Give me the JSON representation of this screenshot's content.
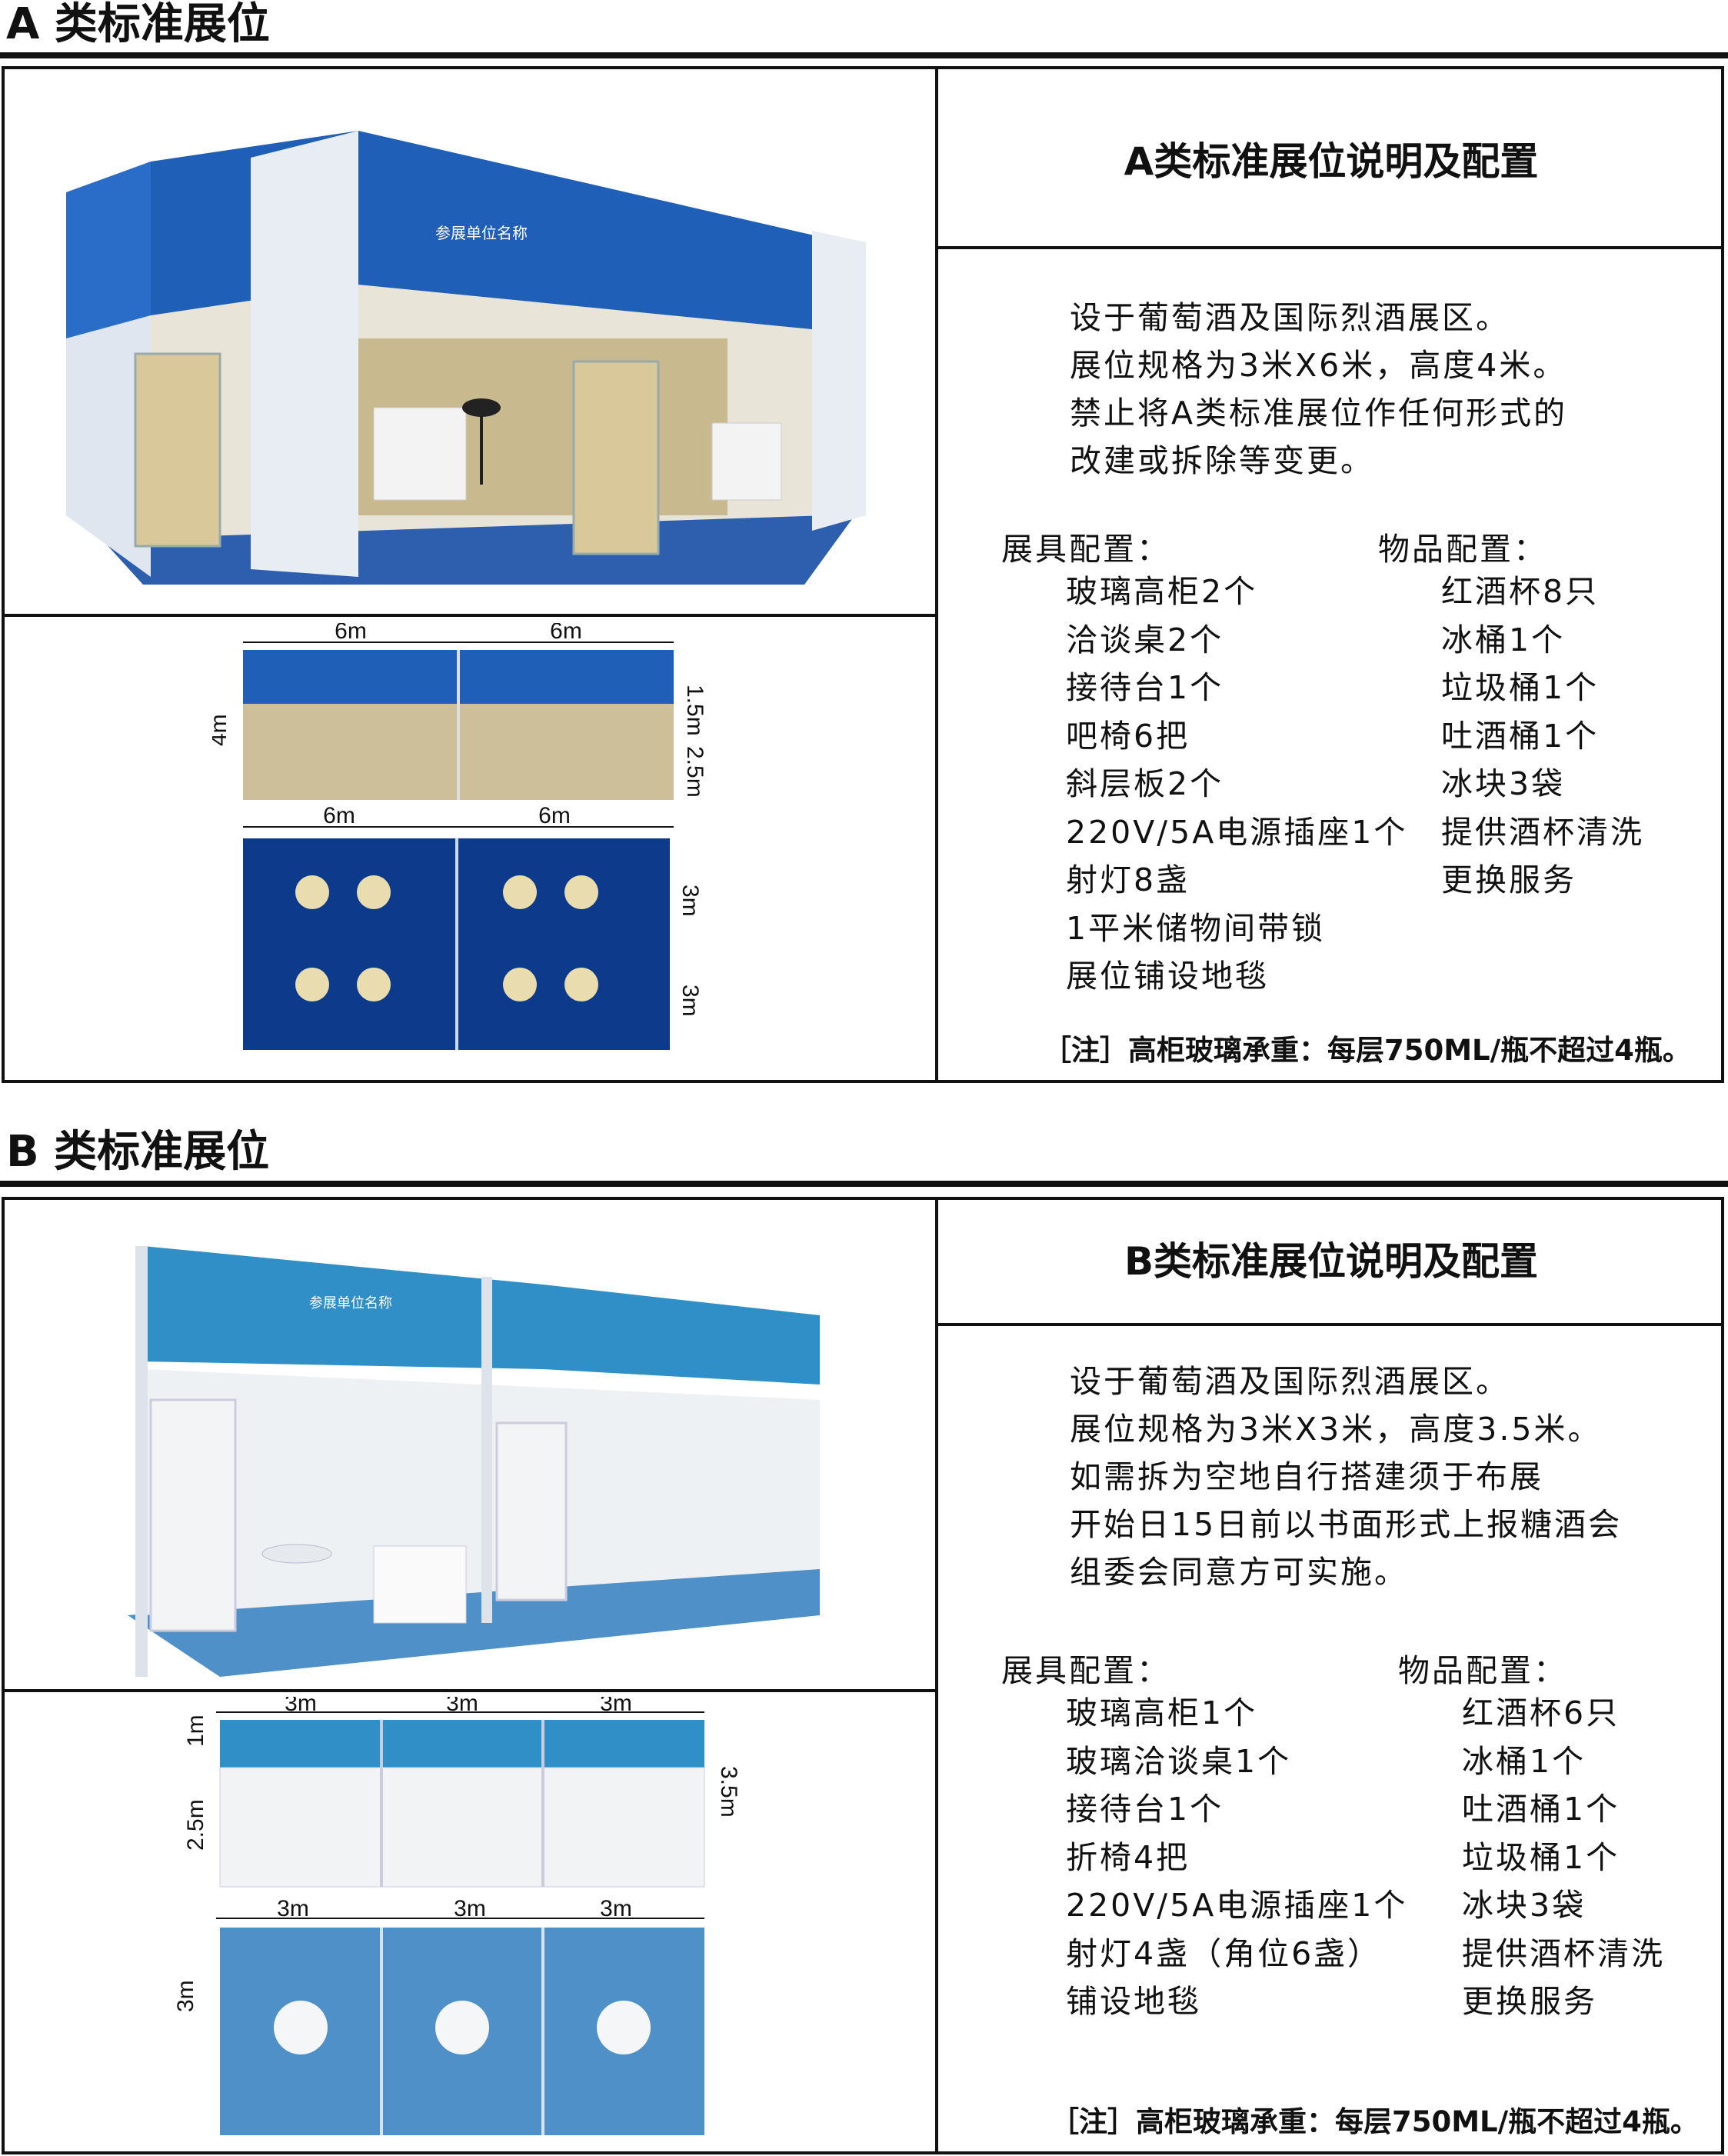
{
  "section_a": {
    "heading": "A 类标准展位",
    "box_title": "A类标准展位说明及配置",
    "description": [
      "设于葡萄酒及国际烈酒展区。",
      "展位规格为3米X6米，高度4米。",
      "禁止将A类标准展位作任何形式的",
      "改建或拆除等变更。"
    ],
    "exhibit_header": "展具配置：",
    "goods_header": "物品配置：",
    "exhibit_items": [
      "玻璃高柜2个",
      "洽谈桌2个",
      "接待台1个",
      "吧椅6把",
      "斜层板2个",
      "220V/5A电源插座1个",
      "射灯8盏",
      "1平米储物间带锁",
      "展位铺设地毯"
    ],
    "goods_items": [
      "红酒杯8只",
      "冰桶1个",
      "垃圾桶1个",
      "吐酒桶1个",
      "冰块3袋",
      "提供酒杯清洗",
      "更换服务"
    ],
    "note": "［注］高柜玻璃承重：每层750ML/瓶不超过4瓶。",
    "render_sign": "参展单位名称",
    "elev_widths": [
      "6m",
      "6m"
    ],
    "elev_heights": [
      "1.5m",
      "2.5m"
    ],
    "elev_total": "4m",
    "plan_widths": [
      "6m",
      "6m"
    ],
    "plan_depths": [
      "3m",
      "3m"
    ]
  },
  "section_b": {
    "heading": "B 类标准展位",
    "box_title": "B类标准展位说明及配置",
    "description": [
      "设于葡萄酒及国际烈酒展区。",
      "展位规格为3米X3米，高度3.5米。",
      "如需拆为空地自行搭建须于布展",
      "开始日15日前以书面形式上报糖酒会",
      "组委会同意方可实施。"
    ],
    "exhibit_header": "展具配置：",
    "goods_header": "物品配置：",
    "exhibit_items": [
      "玻璃高柜1个",
      "玻璃洽谈桌1个",
      "接待台1个",
      "折椅4把",
      "220V/5A电源插座1个",
      "射灯4盏（角位6盏）",
      "铺设地毯"
    ],
    "goods_items": [
      "红酒杯6只",
      "冰桶1个",
      "吐酒桶1个",
      "垃圾桶1个",
      "冰块3袋",
      "提供酒杯清洗",
      "更换服务"
    ],
    "note": "［注］高柜玻璃承重：每层750ML/瓶不超过4瓶。",
    "render_sign": "参展单位名称",
    "elev_widths": [
      "3m",
      "3m",
      "3m"
    ],
    "elev_heights": [
      "1m",
      "2.5m"
    ],
    "elev_total": "3.5m",
    "plan_widths": [
      "3m",
      "3m",
      "3m"
    ],
    "plan_depth": "3m"
  },
  "colors": {
    "a_blue": "#1f5fb8",
    "a_dark": "#0d3a8a",
    "b_blue": "#2f8fc6",
    "b_floor": "#4f90c8"
  }
}
